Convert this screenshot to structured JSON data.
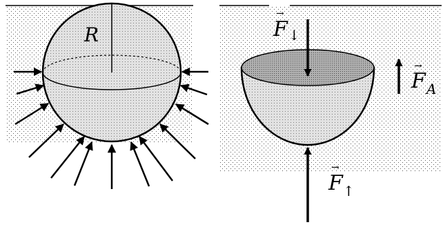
{
  "left_panel": {
    "radius_label": "R"
  },
  "right_panel": {
    "force_down": {
      "symbol": "F",
      "subscript": "↓"
    },
    "force_archimedes": {
      "symbol": "F",
      "subscript": "A"
    },
    "force_up": {
      "symbol": "F",
      "subscript": "↑"
    }
  },
  "colors": {
    "ink": "#000000",
    "liquid_dots": "#555555",
    "body_fill": "#d9d9d9",
    "top_face_fill": "#a8a8a8"
  }
}
